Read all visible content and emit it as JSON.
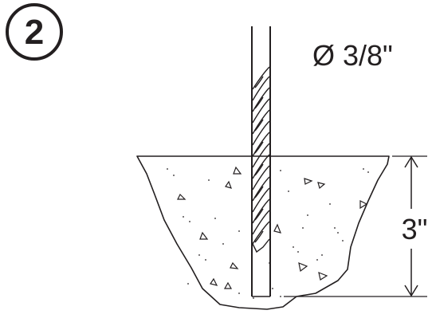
{
  "step": {
    "number": "2"
  },
  "drill_bit": {
    "diameter_label": "Ø  3/8\""
  },
  "hole": {
    "depth_label": "3\""
  }
}
